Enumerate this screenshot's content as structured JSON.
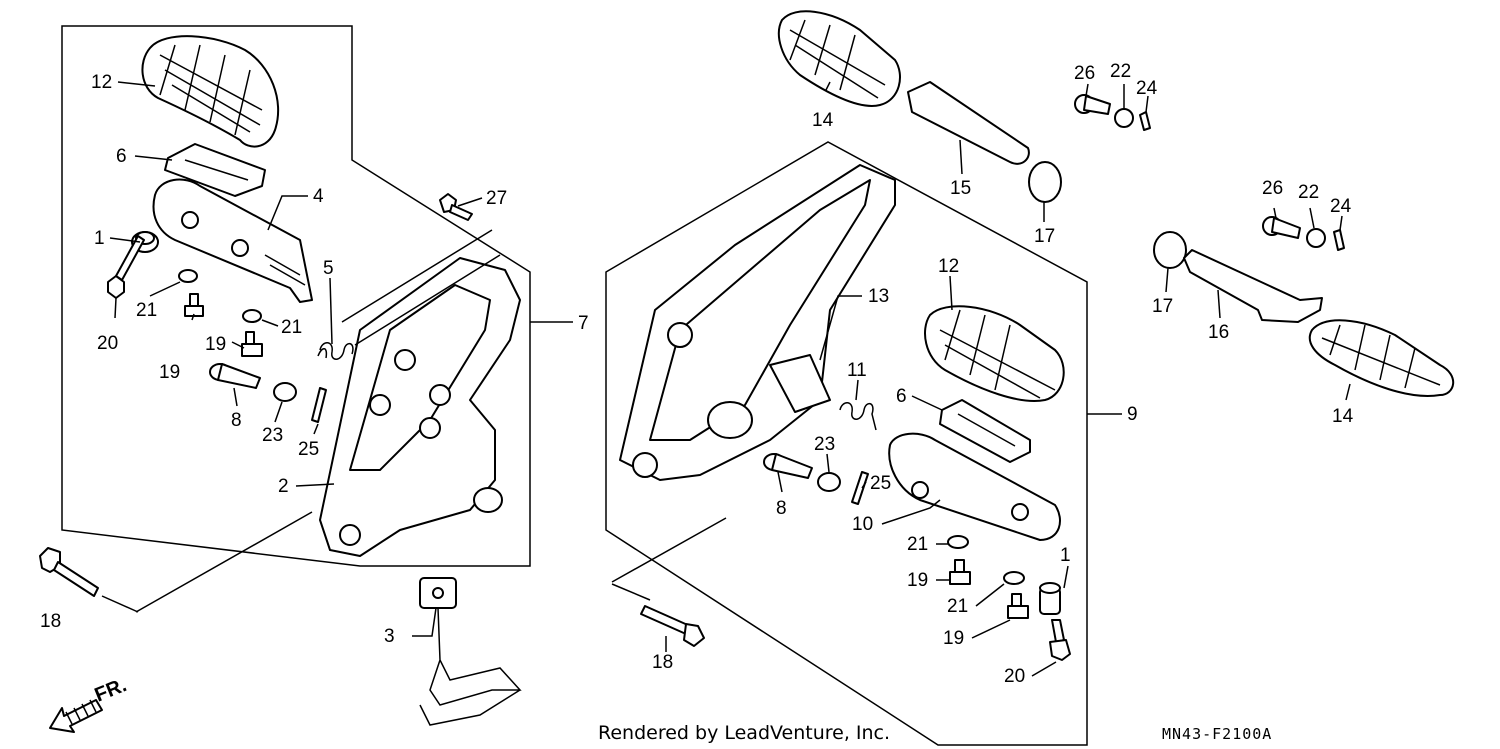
{
  "callouts": {
    "c12a": "12",
    "c6a": "6",
    "c4": "4",
    "c1a": "1",
    "c27": "27",
    "c5": "5",
    "c7": "7",
    "c20a": "20",
    "c21a": "21",
    "c21b": "21",
    "c19a": "19",
    "c19b": "19",
    "c8a": "8",
    "c23a": "23",
    "c25a": "25",
    "c2": "2",
    "c18a": "18",
    "c3": "3",
    "c14a": "14",
    "c15": "15",
    "c17a": "17",
    "c26a": "26",
    "c22a": "22",
    "c24a": "24",
    "c13": "13",
    "c12b": "12",
    "c11": "11",
    "c6b": "6",
    "c9": "9",
    "c23b": "23",
    "c8b": "8",
    "c25b": "25",
    "c10": "10",
    "c21c": "21",
    "c19c": "19",
    "c21d": "21",
    "c19d": "19",
    "c1b": "1",
    "c20b": "20",
    "c18b": "18",
    "c26b": "26",
    "c22b": "22",
    "c24b": "24",
    "c17b": "17",
    "c16": "16",
    "c14b": "14"
  },
  "footer": {
    "credit": "Rendered by LeadVenture, Inc.",
    "diagram_code": "MN43-F2100A"
  },
  "direction_marker": {
    "label": "FR.",
    "icon": "front-direction-arrow-icon"
  }
}
